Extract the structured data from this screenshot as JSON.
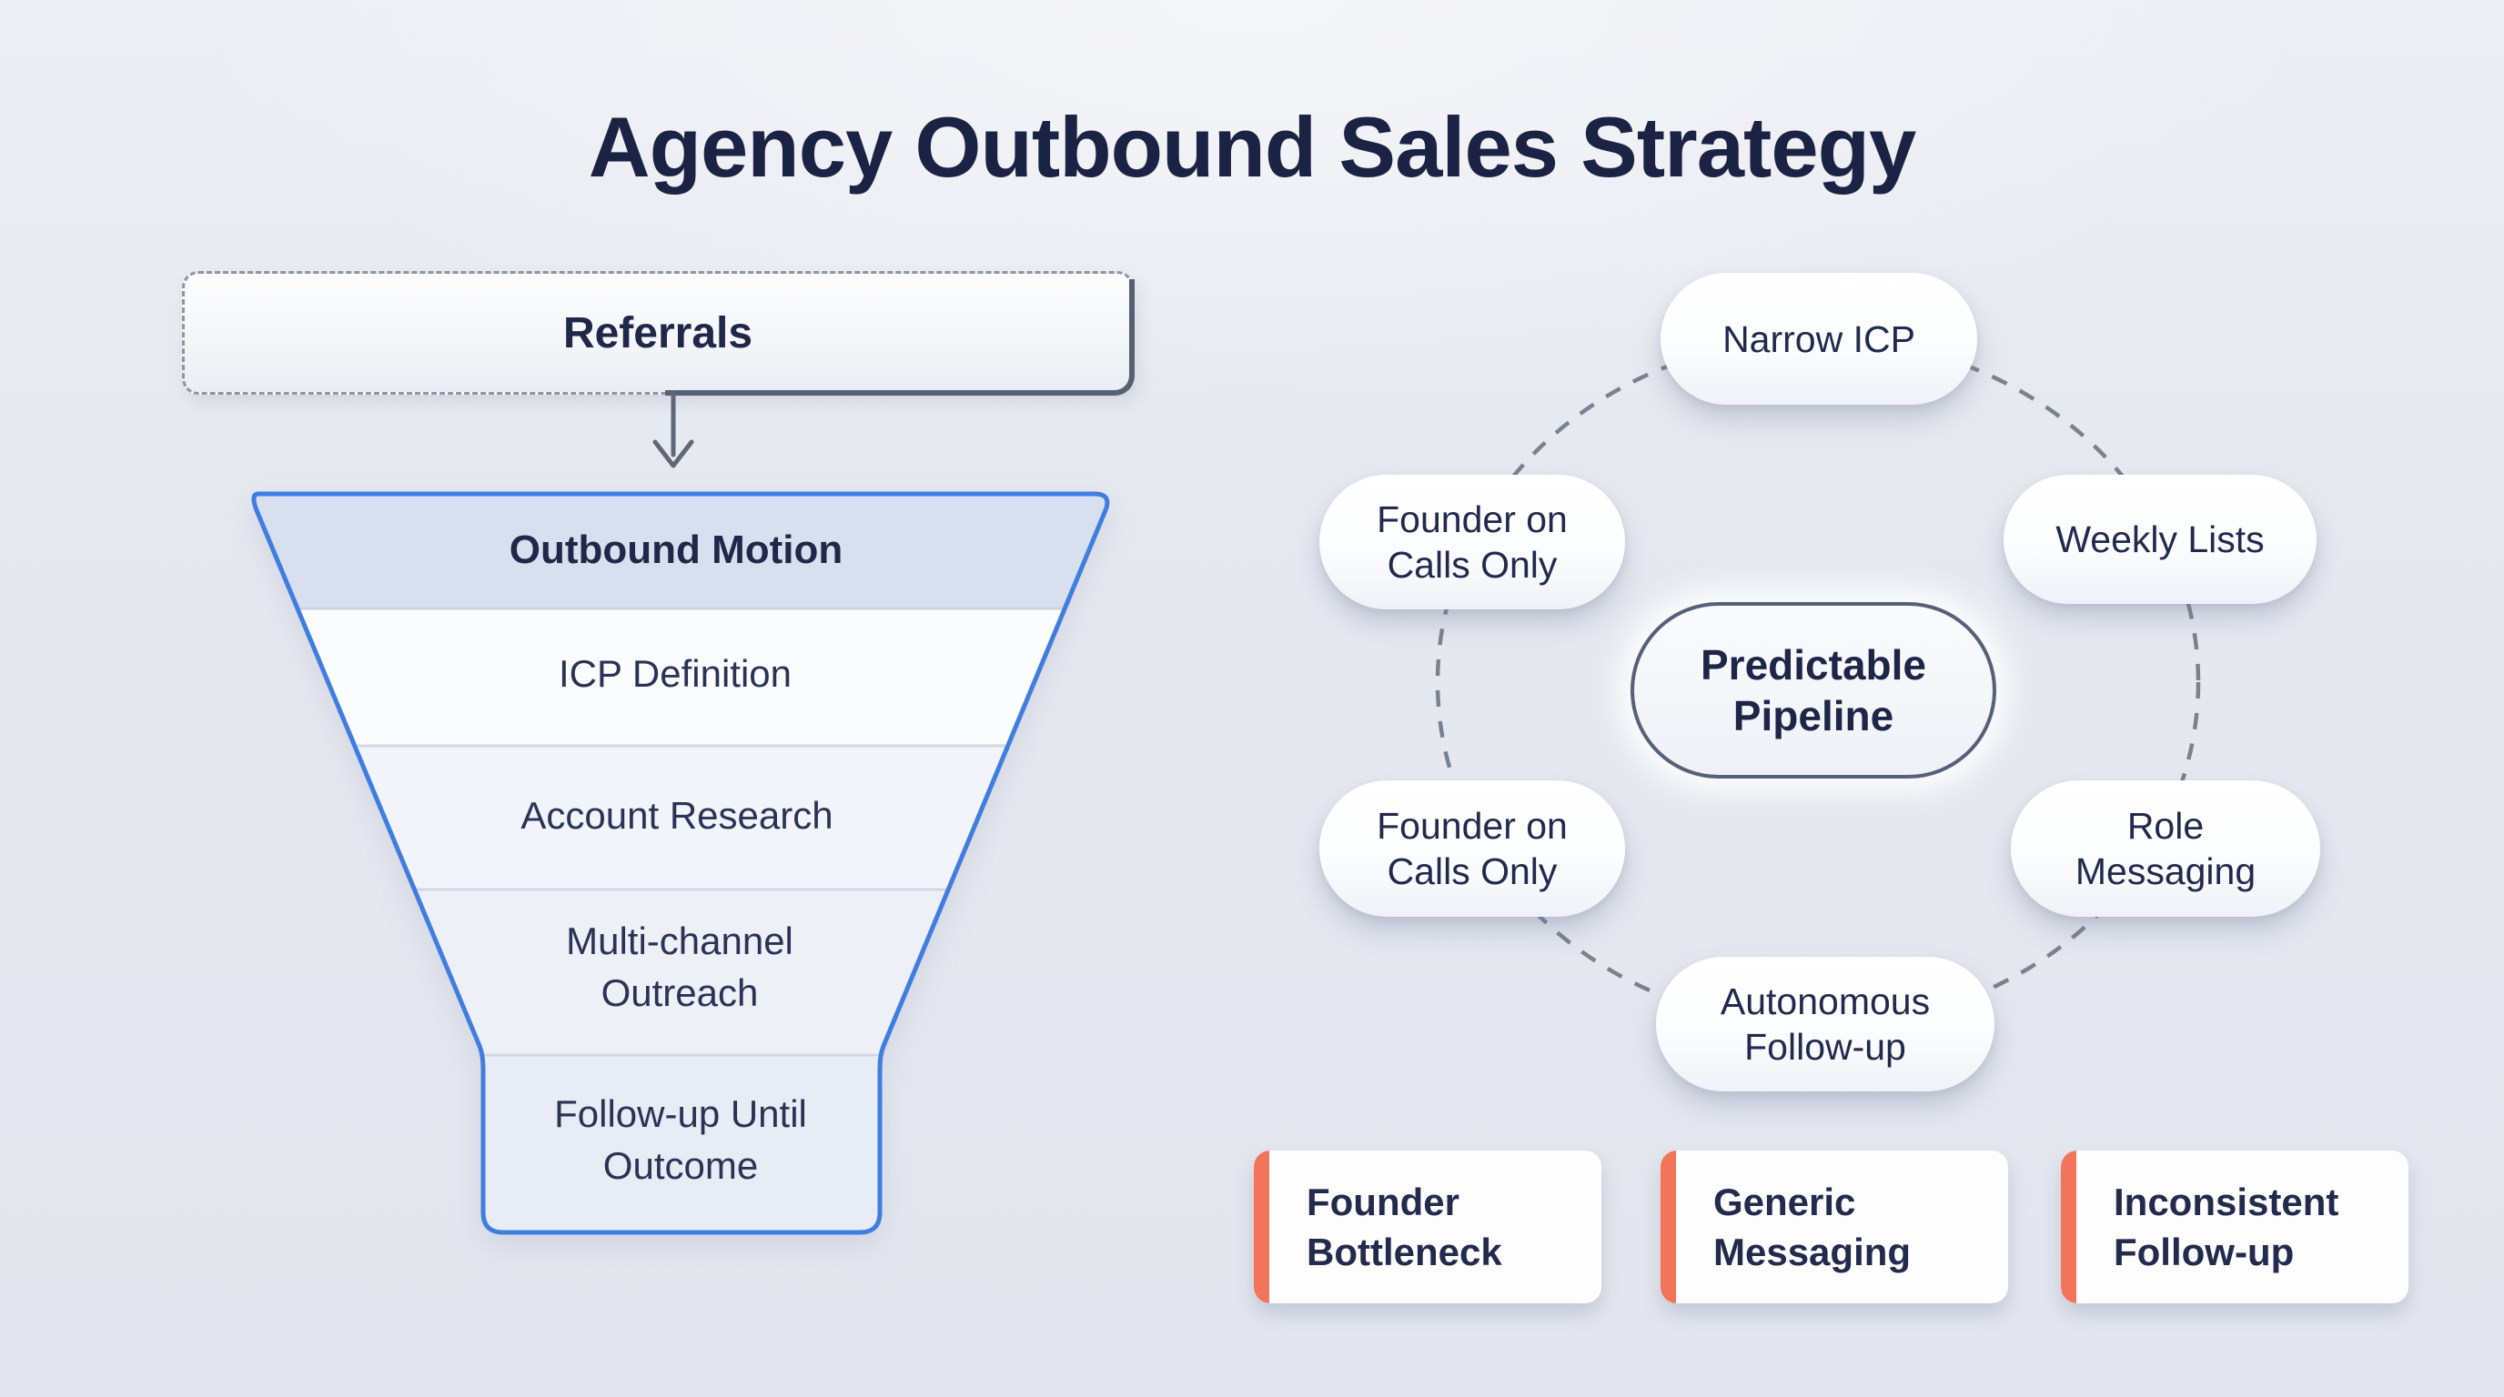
{
  "title": "Agency Outbound Sales Strategy",
  "funnel": {
    "source_label": "Referrals",
    "stages": [
      "Outbound Motion",
      "ICP Definition",
      "Account Research",
      "Multi-channel Outreach",
      "Follow-up Until Outcome"
    ]
  },
  "cycle": {
    "center_label": "Predictable Pipeline",
    "nodes": [
      {
        "label": "Narrow ICP"
      },
      {
        "label": "Founder on Calls Only"
      },
      {
        "label": "Weekly Lists"
      },
      {
        "label": "Founder on Calls Only"
      },
      {
        "label": "Role Messaging"
      },
      {
        "label": "Autonomous Follow-up"
      }
    ]
  },
  "issues": [
    {
      "label": "Founder Bottleneck"
    },
    {
      "label": "Generic Messaging"
    },
    {
      "label": "Inconsistent Follow-up"
    }
  ],
  "colors": {
    "background": "#e6e9f0",
    "text_navy": "#202849",
    "funnel_border_blue": "#3f7de1",
    "funnel_top_band": "#d8dfee",
    "issue_accent_orange": "#f2745b",
    "dashed_line_gray": "#79828f",
    "solid_accent_slate": "#566070"
  }
}
